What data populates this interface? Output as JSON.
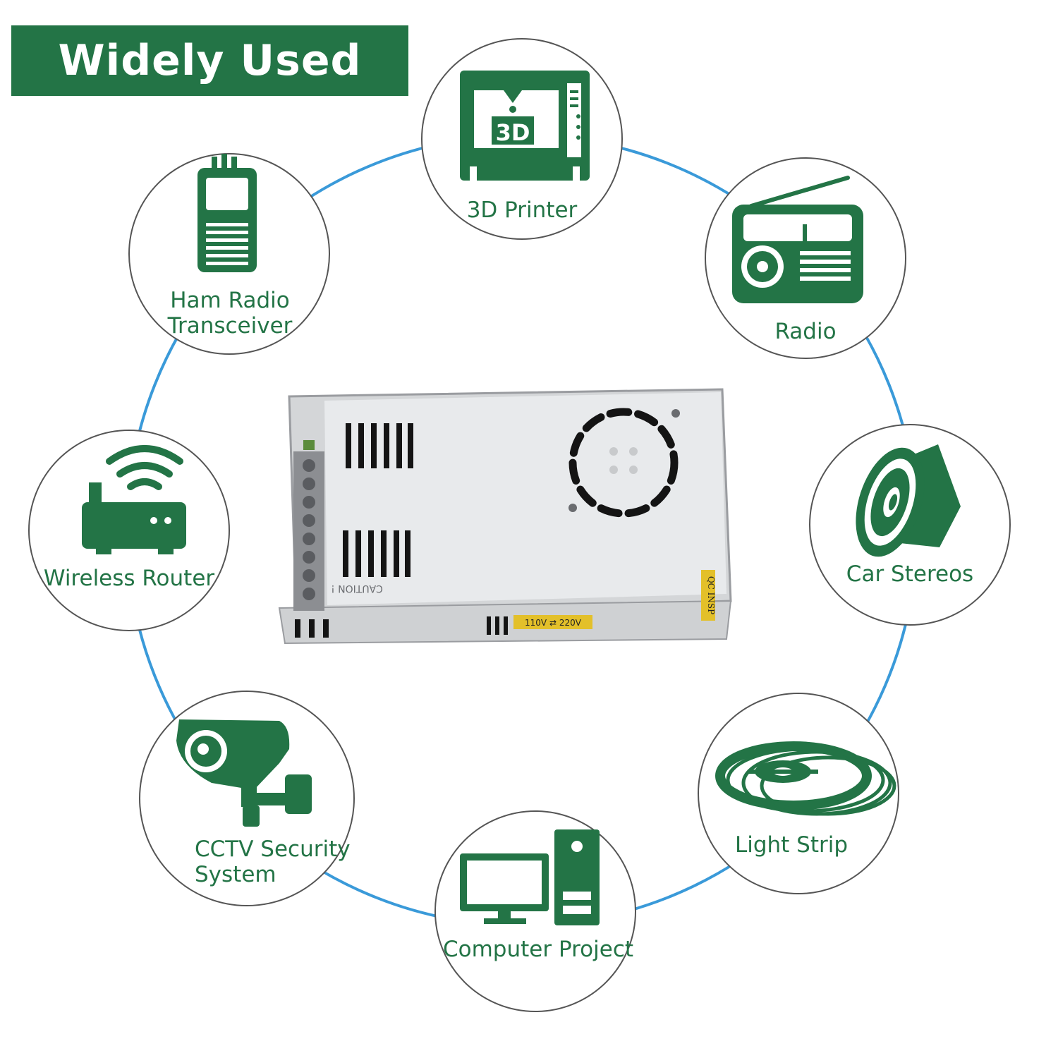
{
  "banner": {
    "title": "Widely Used"
  },
  "colors": {
    "brand_green": "#237446",
    "ring_blue": "#3a9ad9",
    "circle_stroke": "#555555"
  },
  "applications": [
    {
      "id": "3d-printer",
      "icon": "3d-printer-icon",
      "line1": "3D Printer",
      "icon_text": "3D"
    },
    {
      "id": "radio",
      "icon": "radio-icon",
      "line1": "Radio"
    },
    {
      "id": "car-stereos",
      "icon": "speaker-icon",
      "line1": "Car Stereos"
    },
    {
      "id": "light-strip",
      "icon": "led-strip-icon",
      "line1": "Light Strip"
    },
    {
      "id": "computer-project",
      "icon": "computer-icon",
      "line1": "Computer Project"
    },
    {
      "id": "cctv",
      "icon": "cctv-camera-icon",
      "line1": "CCTV Security",
      "line2": "System"
    },
    {
      "id": "wireless-router",
      "icon": "router-icon",
      "line1": "Wireless Router"
    },
    {
      "id": "ham-radio",
      "icon": "walkie-talkie-icon",
      "line1": "Ham Radio",
      "line2": "Transceiver"
    }
  ],
  "product": {
    "name": "power-supply-unit",
    "caution_text": "CAUTION !",
    "voltage_label": "110V ⇄ 220V",
    "qc_sticker": "QC INSP"
  }
}
